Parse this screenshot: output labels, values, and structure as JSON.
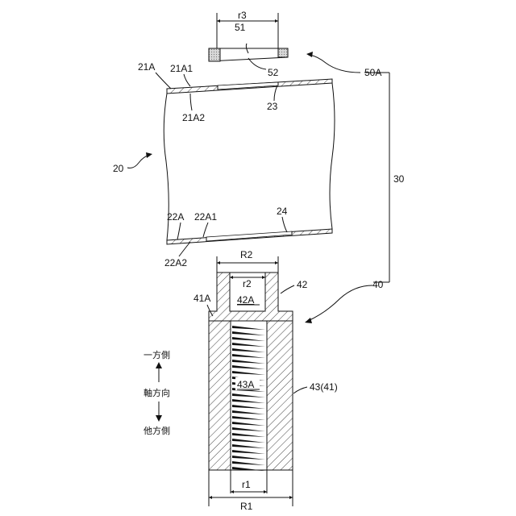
{
  "labels": {
    "r3": "r3",
    "n51": "51",
    "n52": "52",
    "n50A": "50A",
    "n21A": "21A",
    "n21A1": "21A1",
    "n21A2": "21A2",
    "n23": "23",
    "n20": "20",
    "n30": "30",
    "n22A": "22A",
    "n22A1": "22A1",
    "n22A2": "22A2",
    "n24": "24",
    "R2": "R2",
    "r2": "r2",
    "n42": "42",
    "n40": "40",
    "n41A": "41A",
    "n42A": "42A",
    "n43A": "43A",
    "n43_41": "43(41)",
    "r1": "r1",
    "R1": "R1"
  },
  "axis": {
    "one_side": "一方側",
    "axial_direction": "軸方向",
    "other_side": "他方側"
  }
}
